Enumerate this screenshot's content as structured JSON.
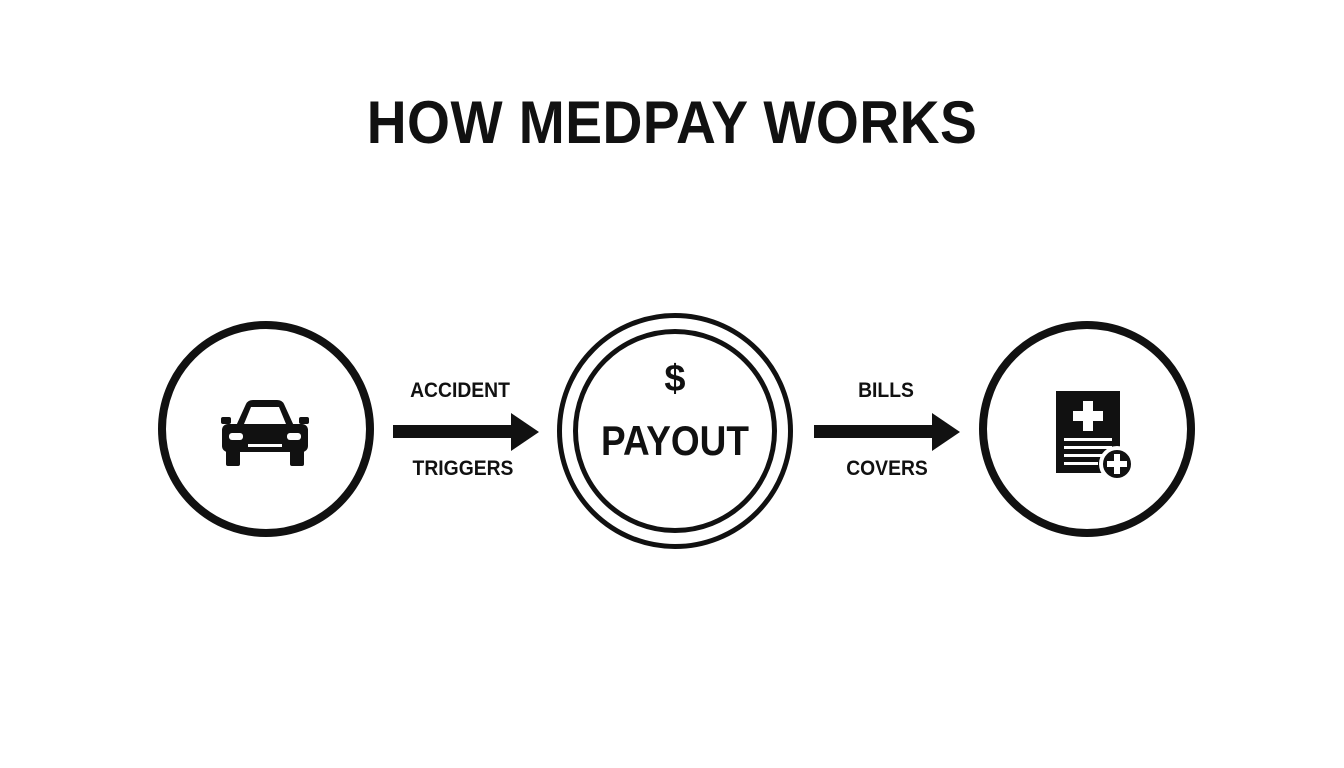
{
  "title": "HOW MEDPAY WORKS",
  "steps": [
    {
      "name": "accident",
      "icon": "car-icon"
    },
    {
      "name": "payout",
      "symbol": "$",
      "label": "PAYOUT",
      "icon": "coin-icon"
    },
    {
      "name": "bills",
      "icon": "medical-bill-icon"
    }
  ],
  "arrows": [
    {
      "top_label": "ACCIDENT",
      "bottom_label": "TRIGGERS"
    },
    {
      "top_label": "BILLS",
      "bottom_label": "COVERS"
    }
  ],
  "colors": {
    "ink": "#111111",
    "background": "#ffffff"
  }
}
